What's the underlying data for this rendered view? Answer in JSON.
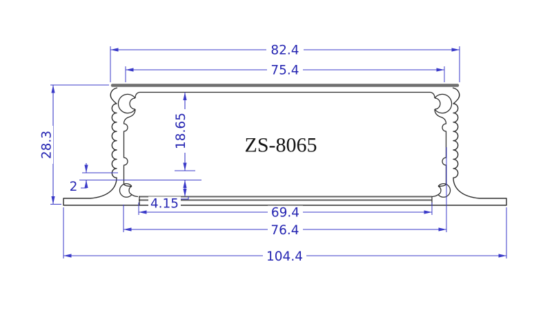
{
  "drawing": {
    "model_label": "ZS-8065",
    "type": "aluminum-extrusion-profile-cross-section",
    "dimensions": {
      "top_outer_width": "82.4",
      "top_inner_width": "75.4",
      "overall_height": "28.3",
      "cavity_height": "18.65",
      "wall_step": "2",
      "base_offset": "4.15",
      "bottom_opening_width": "69.4",
      "cavity_width": "76.4",
      "overall_width": "104.4"
    },
    "colors": {
      "dimension_line": "#3a3ac8",
      "dimension_text": "#2525b2",
      "profile_line": "#2b2b2b",
      "profile_thick_line": "#6f6f6f",
      "background": "#ffffff"
    }
  }
}
